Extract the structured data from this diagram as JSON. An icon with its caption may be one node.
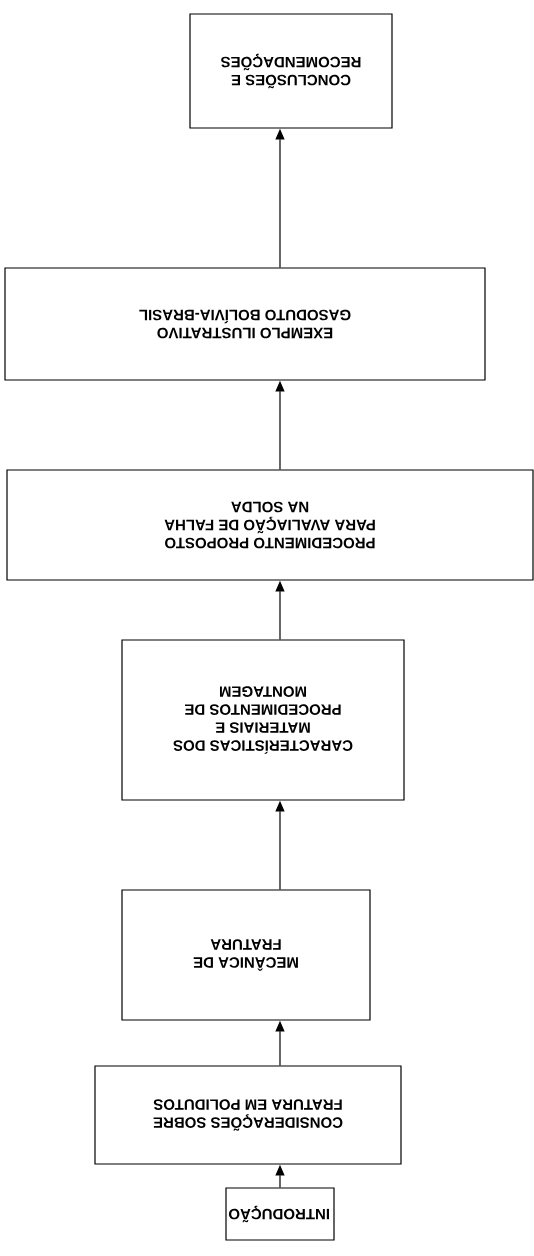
{
  "diagram": {
    "nodes": [
      {
        "text": [
          "INTRODUÇÃO"
        ]
      },
      {
        "text": [
          "CONSIDERAÇÕES SOBRE FRATURA EM POLIDUTOS"
        ]
      },
      {
        "text": [
          "MECÂNICA DE FRATURA"
        ]
      },
      {
        "text": [
          "CARACTERÍSTICAS DOS MATERIAIS E PROCEDIMENTOS DE MONTAGEM"
        ]
      },
      {
        "text": [
          "PROCEDIMENTO PROPOSTO PARA AVALIAÇÃO DE FALHA NA SOLDA"
        ]
      },
      {
        "text": [
          "EXEMPLO ILUSTRATIVO GASODUTO BOLÍVIA-BRASIL"
        ]
      },
      {
        "text": [
          "CONCLUSÕES E RECOMENDAÇÕES"
        ]
      }
    ],
    "edges": [
      {
        "from": 0,
        "to": 1,
        "arrow": "to"
      },
      {
        "from": 1,
        "to": 2,
        "arrow": "to"
      },
      {
        "from": 2,
        "to": 3,
        "arrow": "to"
      },
      {
        "from": 3,
        "to": 4,
        "arrow": "to"
      },
      {
        "from": 4,
        "to": 5,
        "arrow": "to"
      },
      {
        "from": 5,
        "to": 6,
        "arrow": "to"
      }
    ]
  }
}
